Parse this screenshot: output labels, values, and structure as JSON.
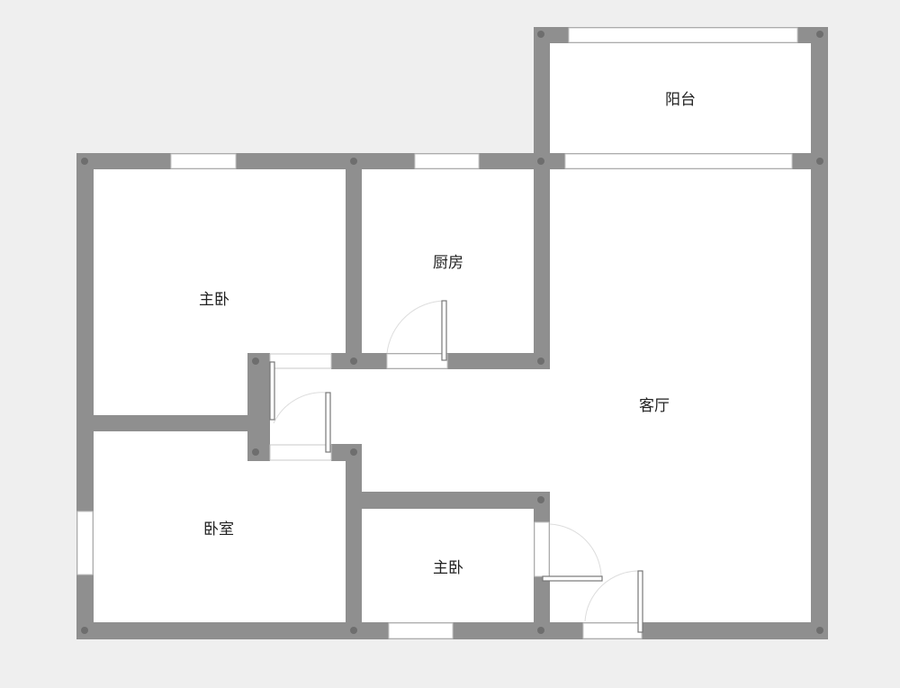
{
  "rooms": {
    "balcony": "阳台",
    "kitchen": "厨房",
    "master_bedroom_1": "主卧",
    "living_room": "客厅",
    "bedroom": "卧室",
    "master_bedroom_2": "主卧"
  },
  "colors": {
    "wall": "#8f8f8f",
    "background": "#efefef",
    "room": "#ffffff"
  }
}
